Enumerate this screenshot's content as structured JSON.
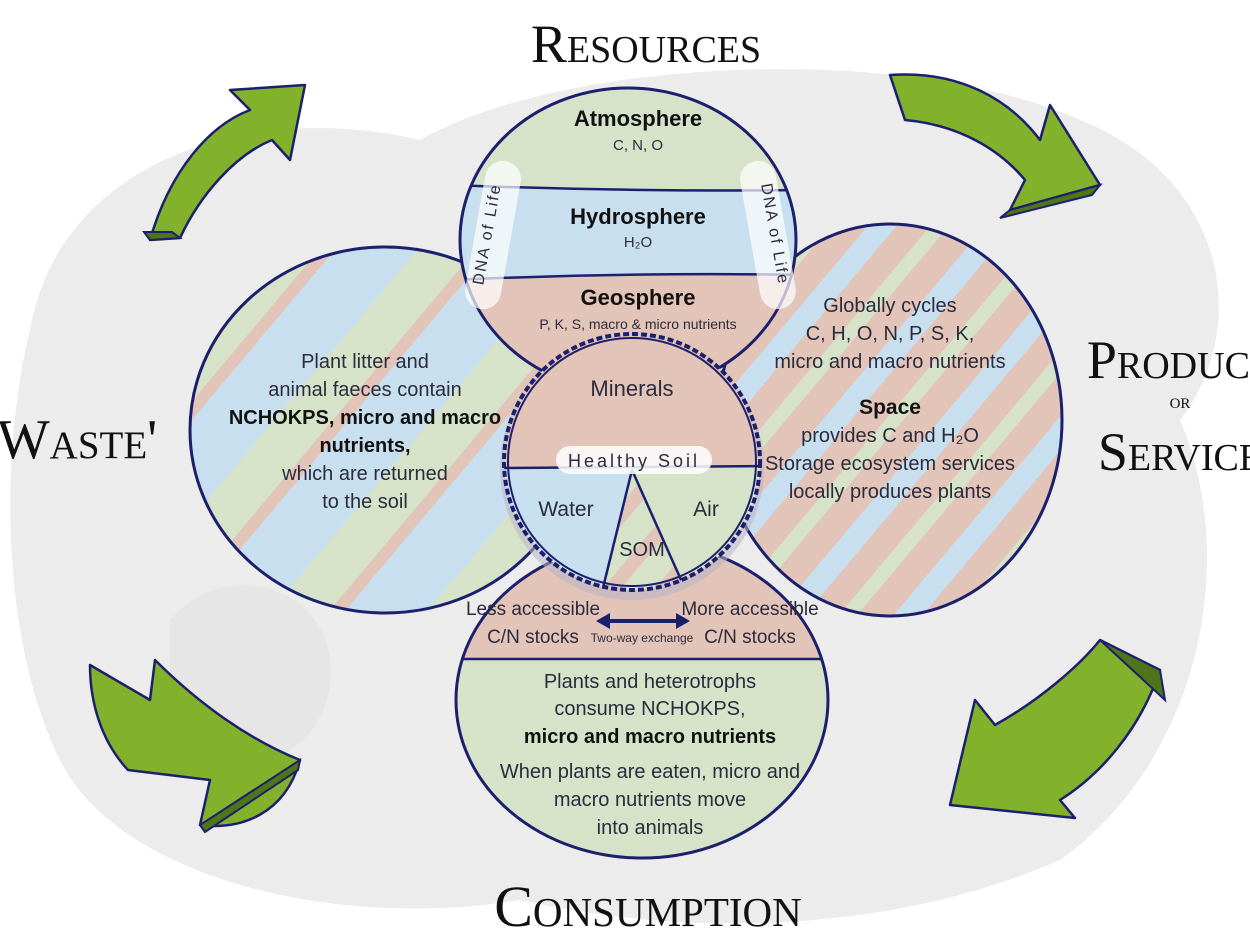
{
  "colors": {
    "outline": "#1c1f6b",
    "arrow_green": "#82b22c",
    "green_band": "#d6e3c9",
    "blue_band": "#c8dfef",
    "pink_band": "#e3c4b8",
    "background_blob": "#ececec"
  },
  "titles": {
    "top": "Resources",
    "bottom": "Consumption",
    "left": "'Waste'",
    "right_line1": "Product",
    "right_line2": "or",
    "right_line3": "Service"
  },
  "top_petal": {
    "atmosphere": "Atmosphere",
    "atmosphere_sub": "C, N, O",
    "hydrosphere": "Hydrosphere",
    "hydrosphere_sub": "H₂O",
    "geosphere": "Geosphere",
    "geosphere_sub": "P, K, S, macro & micro nutrients",
    "dna_left": "DNA of Life",
    "dna_right": "DNA of Life"
  },
  "left_petal": {
    "line1": "Plant litter and",
    "line2": "animal faeces contain",
    "line3": "NCHOKPS, micro and macro",
    "line4": "nutrients,",
    "line5": "which are returned",
    "line6": "to the soil"
  },
  "right_petal": {
    "line1": "Globally cycles",
    "line2": "C, H, O, N, P, S, K,",
    "line3": "micro and macro nutrients",
    "space_title": "Space",
    "line4": "provides C and H₂O",
    "line5": "Storage ecosystem services",
    "line6": "locally produces plants"
  },
  "center": {
    "minerals": "Minerals",
    "healthy_soil": "Healthy Soil",
    "water": "Water",
    "air": "Air",
    "som": "SOM"
  },
  "bottom_petal": {
    "less_1": "Less accessible",
    "less_2": "C/N stocks",
    "exchange": "Two-way exchange",
    "more_1": "More accessible",
    "more_2": "C/N stocks",
    "line1": "Plants and heterotrophs",
    "line2": "consume NCHOKPS,",
    "line3": "micro and macro nutrients",
    "line4": "When plants are eaten, micro and",
    "line5": "macro nutrients move",
    "line6": "into animals"
  }
}
